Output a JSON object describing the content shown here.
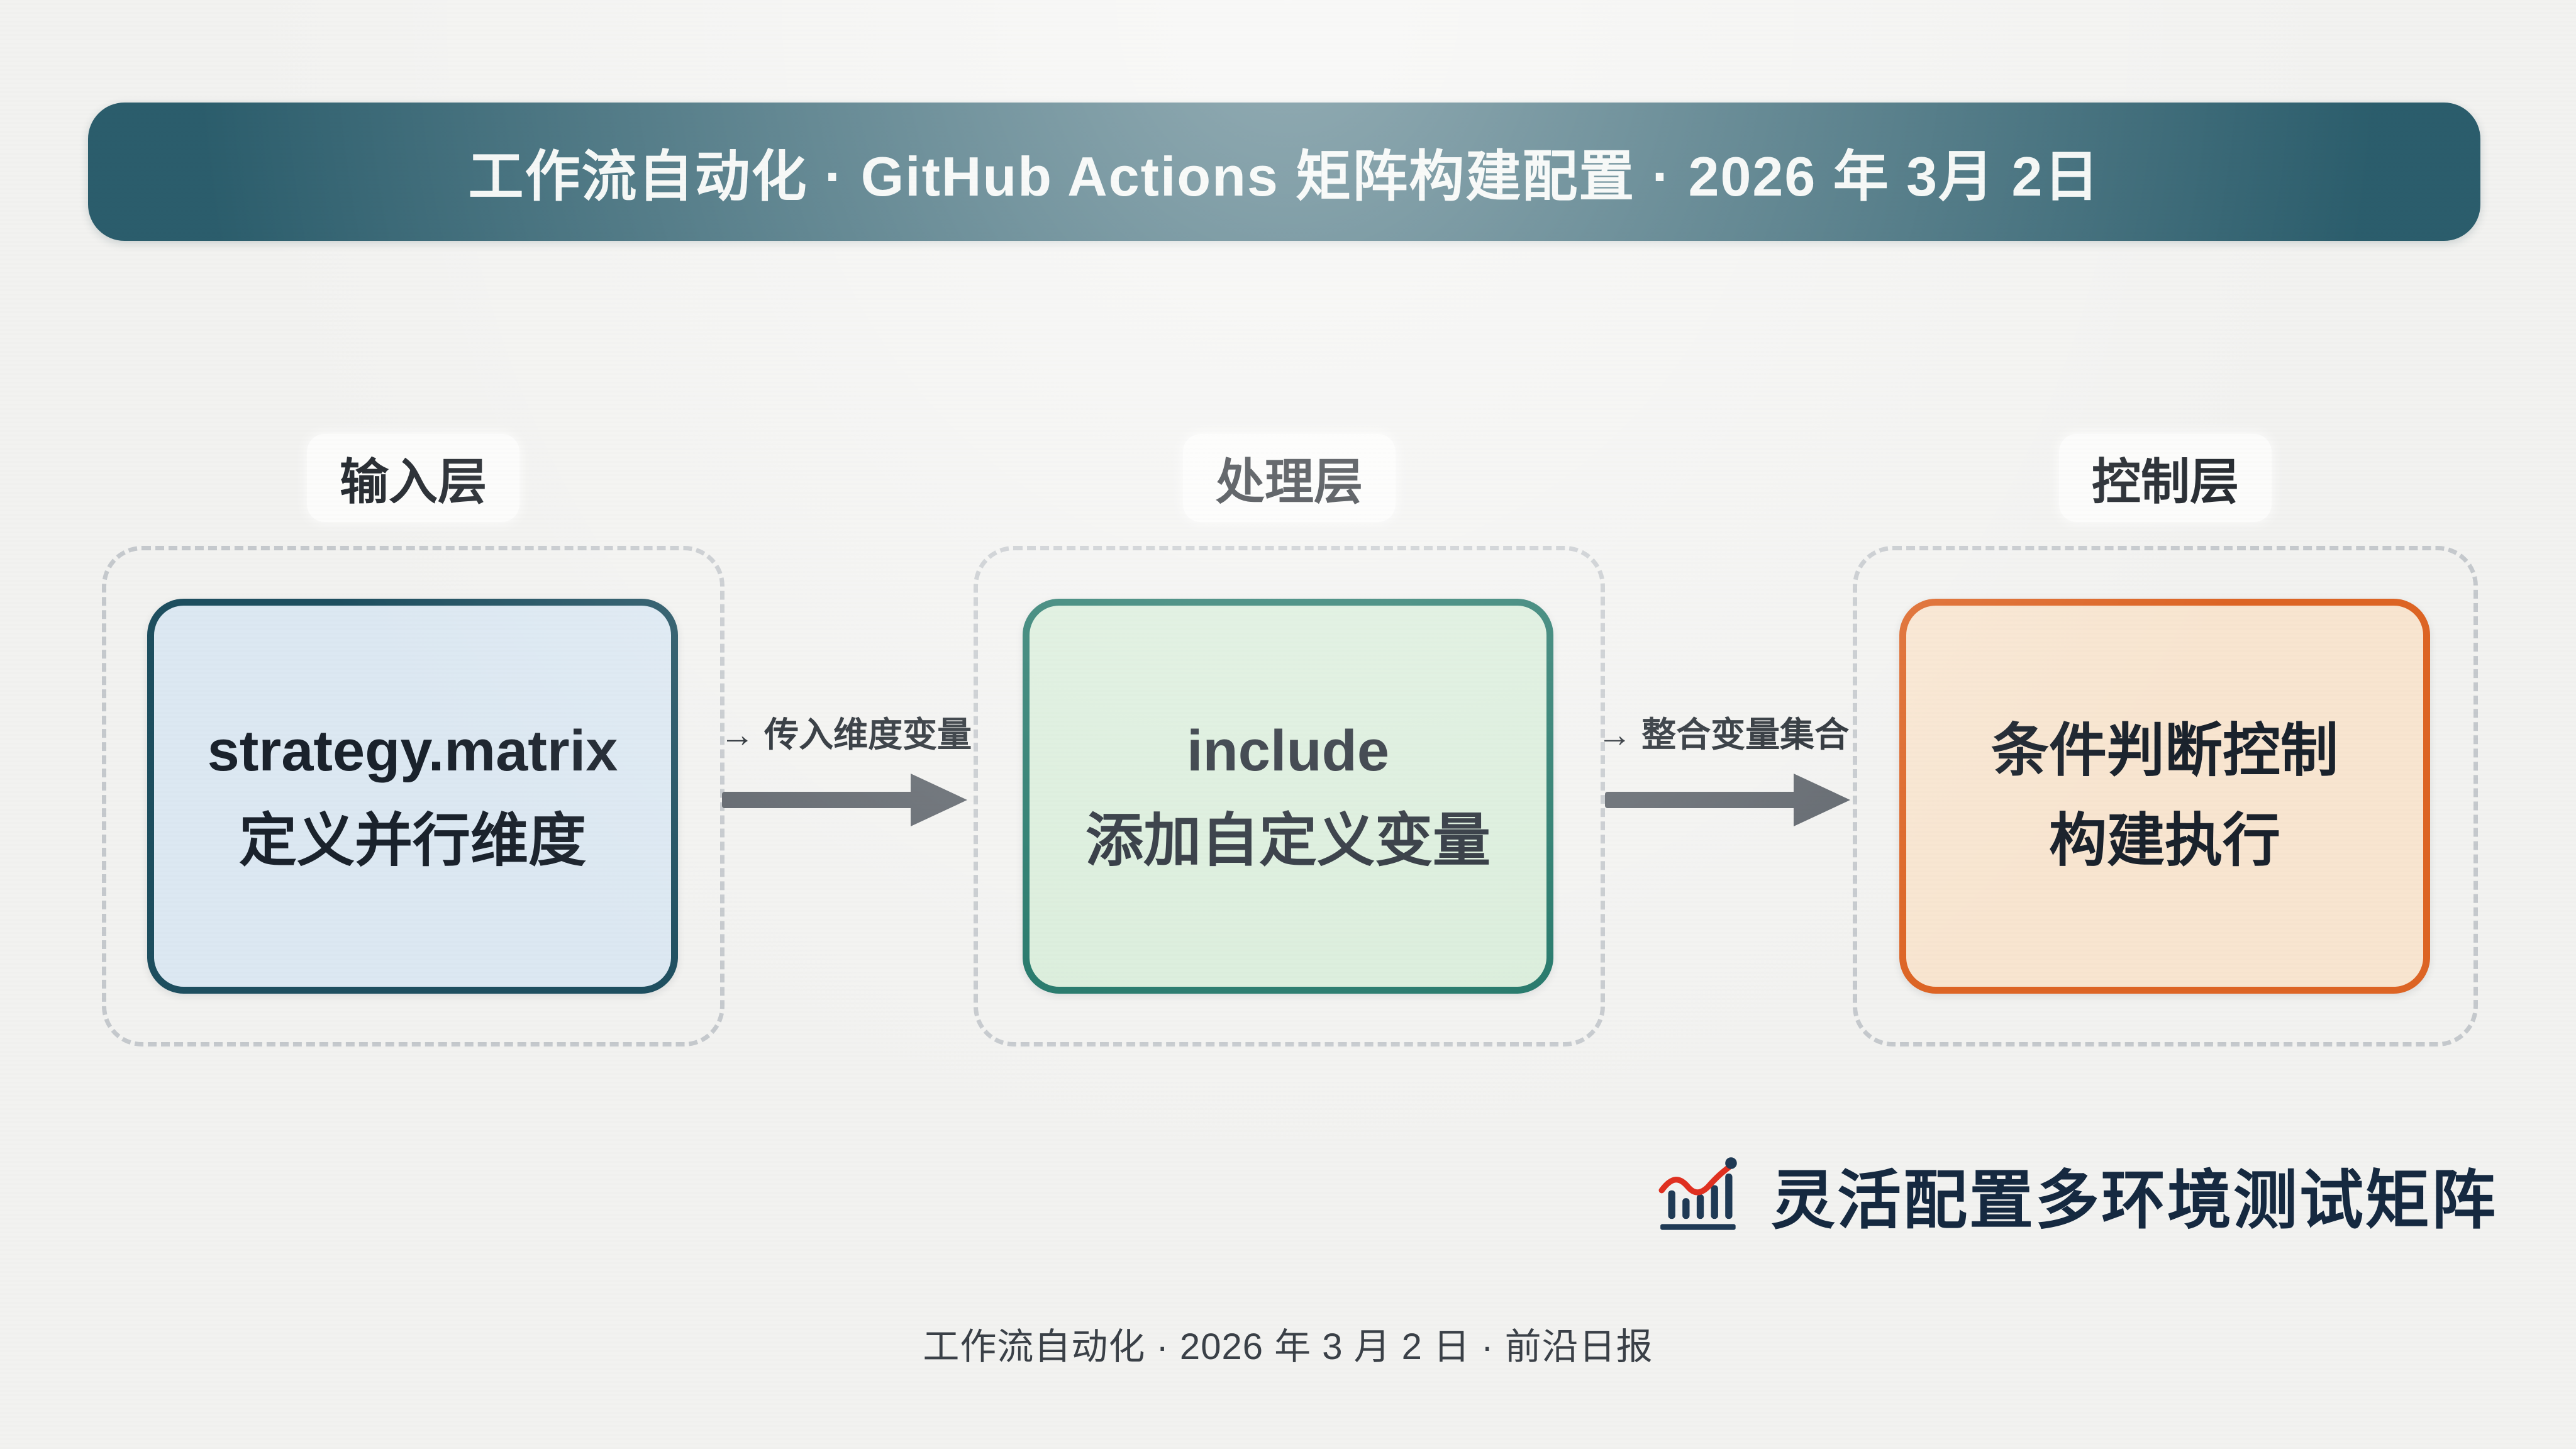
{
  "page": {
    "bg": "#f2f2f0",
    "dash_color": "#c5c9cd"
  },
  "header": {
    "title": "工作流自动化 · GitHub Actions 矩阵构建配置 · 2026 年 3月 2日",
    "bg": "#2b5d6c",
    "text_color": "#f3f6f4"
  },
  "columns": [
    {
      "label": "输入层",
      "box": {
        "line1": "strategy.matrix",
        "line2": "定义并行维度",
        "fill": "#dce8f2",
        "border": "#1d4e5f"
      }
    },
    {
      "label": "处理层",
      "box": {
        "line1": "include",
        "line2": "添加自定义变量",
        "fill": "#d9edda",
        "border": "#177061"
      }
    },
    {
      "label": "控制层",
      "box": {
        "line1": "条件判断控制",
        "line2": "构建执行",
        "fill": "#f8e5d0",
        "border": "#dd6424"
      }
    }
  ],
  "arrows": [
    {
      "label": "→ 传入维度变量",
      "color": "#5c6269"
    },
    {
      "label": "→ 整合变量集合",
      "color": "#5c6269"
    }
  ],
  "annotation": {
    "icon": "trend-chart-icon",
    "text": "灵活配置多环境测试矩阵",
    "text_color": "#152940",
    "icon_bar_color": "#1f3a55",
    "icon_line_color": "#e03020"
  },
  "footer": {
    "text": "工作流自动化 · 2026 年 3 月 2 日 · 前沿日报"
  }
}
